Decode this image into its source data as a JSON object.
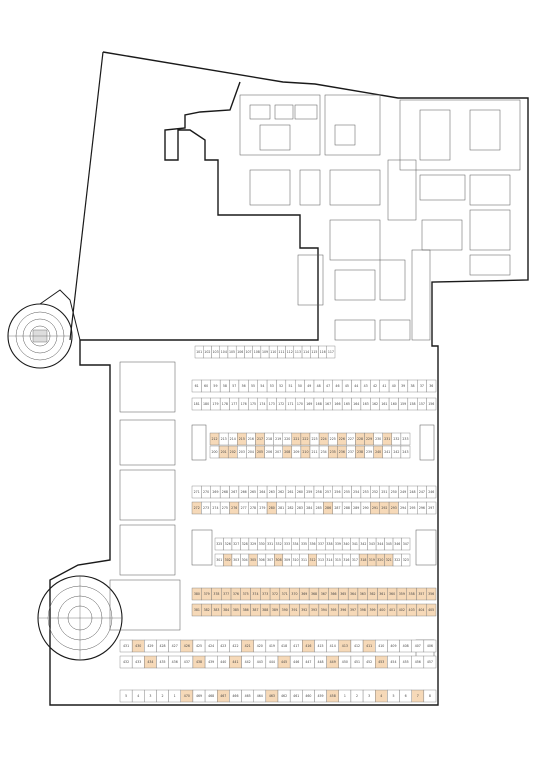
{
  "plan": {
    "colors": {
      "wall": "#1a1a1a",
      "line": "#555555",
      "stall_line": "#777777",
      "highlight": "#f6d9b8",
      "background": "#ffffff"
    },
    "rows": [
      {
        "labels": [
          "101",
          "102",
          "103",
          "104",
          "105",
          "106",
          "107",
          "108",
          "109",
          "110",
          "111",
          "112",
          "113",
          "114",
          "115",
          "116",
          "117"
        ],
        "highlight": []
      },
      {
        "labels": [
          "61",
          "60",
          "59",
          "58",
          "57",
          "56",
          "55",
          "54",
          "53",
          "52",
          "51",
          "50",
          "49",
          "48",
          "47",
          "46",
          "45",
          "44",
          "43",
          "42",
          "41",
          "40",
          "39",
          "38",
          "37",
          "36"
        ],
        "highlight": []
      },
      {
        "labels": [
          "181",
          "180",
          "179",
          "178",
          "177",
          "176",
          "175",
          "174",
          "173",
          "172",
          "171",
          "170",
          "169",
          "168",
          "167",
          "166",
          "165",
          "164",
          "163",
          "162",
          "161",
          "160",
          "159",
          "158",
          "157",
          "156"
        ],
        "highlight": []
      },
      {
        "labels": [
          "212",
          "213",
          "214",
          "215",
          "216",
          "217",
          "218",
          "219",
          "220",
          "221",
          "222",
          "223",
          "224",
          "225",
          "226",
          "227",
          "228",
          "229",
          "230",
          "231",
          "232",
          "233"
        ],
        "highlight": [
          0,
          3,
          5,
          9,
          10,
          12,
          14,
          16,
          17,
          19
        ]
      },
      {
        "labels": [
          "200",
          "201",
          "202",
          "203",
          "204",
          "205",
          "206",
          "207",
          "208",
          "209",
          "210",
          "211",
          "234",
          "235",
          "236",
          "237",
          "238",
          "239",
          "240",
          "241",
          "242",
          "243"
        ],
        "highlight": [
          1,
          2,
          5,
          8,
          10,
          13,
          14,
          16,
          18
        ]
      },
      {
        "labels": [
          "271",
          "270",
          "269",
          "268",
          "267",
          "266",
          "265",
          "264",
          "263",
          "262",
          "261",
          "260",
          "259",
          "258",
          "257",
          "256",
          "255",
          "254",
          "253",
          "252",
          "251",
          "250",
          "249",
          "248",
          "247",
          "246"
        ],
        "highlight": []
      },
      {
        "labels": [
          "272",
          "273",
          "274",
          "275",
          "276",
          "277",
          "278",
          "279",
          "280",
          "281",
          "282",
          "283",
          "284",
          "285",
          "286",
          "287",
          "288",
          "289",
          "290",
          "291",
          "292",
          "293",
          "294",
          "295",
          "296",
          "297"
        ],
        "highlight": [
          0,
          4,
          8,
          14,
          19,
          20,
          21
        ]
      },
      {
        "labels": [
          "325",
          "326",
          "327",
          "328",
          "329",
          "330",
          "331",
          "332",
          "333",
          "334",
          "335",
          "336",
          "337",
          "338",
          "339",
          "340",
          "341",
          "342",
          "343",
          "344",
          "345",
          "346",
          "347"
        ],
        "highlight": []
      },
      {
        "labels": [
          "301",
          "302",
          "303",
          "304",
          "305",
          "306",
          "307",
          "308",
          "309",
          "310",
          "311",
          "312",
          "313",
          "314",
          "315",
          "316",
          "317",
          "318",
          "319",
          "320",
          "321",
          "322",
          "323"
        ],
        "highlight": [
          1,
          4,
          7,
          11,
          17,
          18,
          19,
          20
        ]
      },
      {
        "labels": [
          "380",
          "379",
          "378",
          "377",
          "376",
          "375",
          "374",
          "373",
          "372",
          "371",
          "370",
          "369",
          "368",
          "367",
          "366",
          "365",
          "364",
          "363",
          "362",
          "361",
          "360",
          "359",
          "358",
          "357",
          "356"
        ],
        "highlight": [
          0,
          1,
          2,
          3,
          4,
          5,
          6,
          7,
          8,
          9,
          10,
          11,
          12,
          13,
          14,
          15,
          16,
          17,
          18,
          19,
          20,
          21,
          22,
          23,
          24
        ]
      },
      {
        "labels": [
          "381",
          "382",
          "383",
          "384",
          "385",
          "386",
          "387",
          "388",
          "389",
          "390",
          "391",
          "392",
          "393",
          "394",
          "395",
          "396",
          "397",
          "398",
          "399",
          "400",
          "401",
          "402",
          "403",
          "404",
          "405"
        ],
        "highlight": [
          0,
          1,
          2,
          3,
          4,
          5,
          6,
          7,
          8,
          9,
          10,
          11,
          12,
          13,
          14,
          15,
          16,
          17,
          18,
          19,
          20,
          21,
          22,
          23,
          24
        ]
      },
      {
        "labels": [
          "431",
          "430",
          "429",
          "428",
          "427",
          "426",
          "425",
          "424",
          "423",
          "422",
          "421",
          "420",
          "419",
          "418",
          "417",
          "416",
          "415",
          "414",
          "413",
          "412",
          "411",
          "410",
          "409",
          "408",
          "407",
          "406"
        ],
        "highlight": [
          1,
          5,
          10,
          15,
          18,
          20
        ]
      },
      {
        "labels": [
          "432",
          "433",
          "434",
          "435",
          "436",
          "437",
          "438",
          "439",
          "440",
          "441",
          "442",
          "443",
          "444",
          "445",
          "446",
          "447",
          "448",
          "449",
          "450",
          "451",
          "452",
          "453",
          "454",
          "455",
          "456",
          "457"
        ],
        "highlight": [
          2,
          6,
          9,
          13,
          17,
          21
        ]
      },
      {
        "labels": [
          "5",
          "4",
          "3",
          "2",
          "1",
          "470",
          "469",
          "468",
          "467",
          "466",
          "465",
          "464",
          "463",
          "462",
          "461",
          "460",
          "459",
          "458",
          "1",
          "2",
          "3",
          "4",
          "5",
          "6",
          "7",
          "8"
        ],
        "highlight": [
          5,
          8,
          12,
          17,
          21,
          24
        ]
      }
    ]
  }
}
